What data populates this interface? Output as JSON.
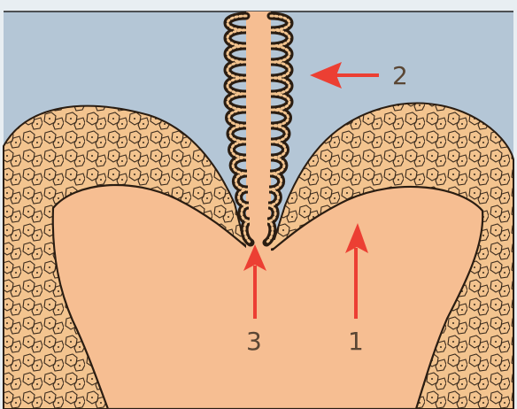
{
  "colors": {
    "background": "#b4c6d6",
    "tissue": "#f6be92",
    "cells": "#f3c48f",
    "cell_outline": "#3a2a1c",
    "arrow": "#ec3f33",
    "label": "#5a4634"
  },
  "labels": {
    "one": "1",
    "two": "2",
    "three": "3"
  }
}
